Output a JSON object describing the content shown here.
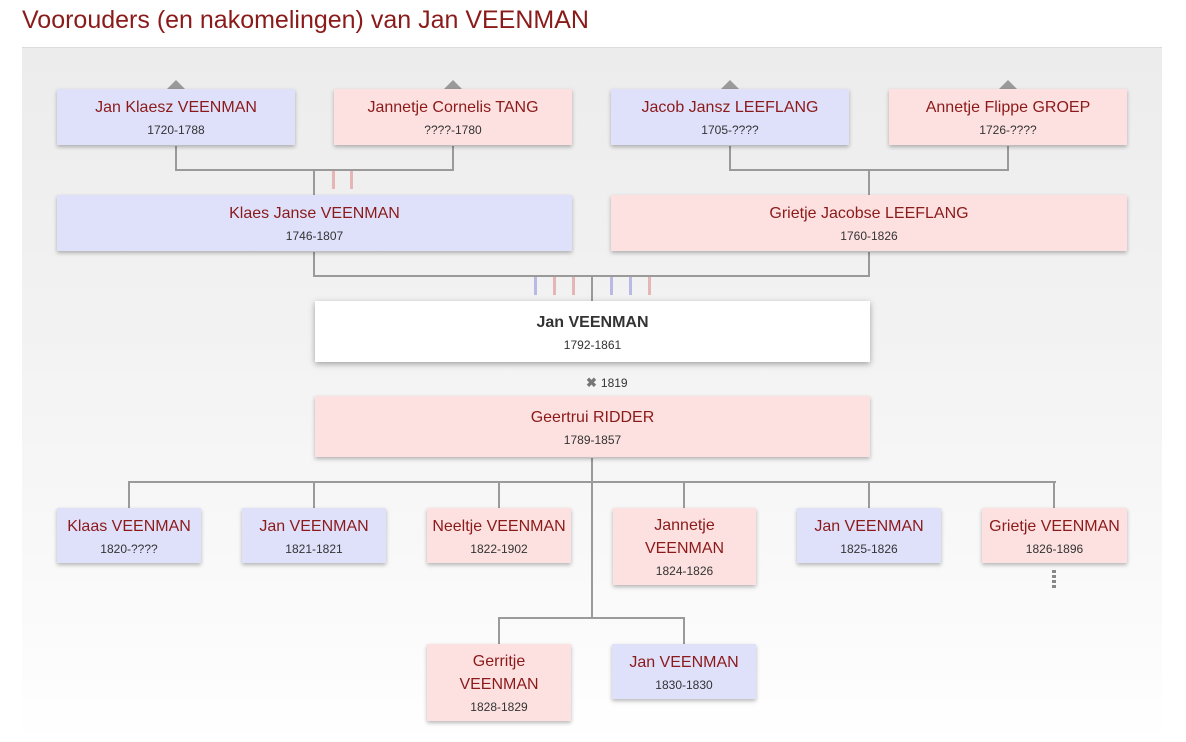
{
  "page": {
    "title": "Voorouders (en nakomelingen) van Jan VEENMAN"
  },
  "colors": {
    "title": "#8b1a1a",
    "name": "#8b1a1a",
    "male_bg": "#dfe1fb",
    "female_bg": "#fde1e1",
    "male_tick": "#b9b9e6",
    "female_tick": "#e6b5b5"
  },
  "grandparents": [
    {
      "name": "Jan Klaesz VEENMAN",
      "dates": "1720-1788"
    },
    {
      "name": "Jannetje Cornelis TANG",
      "dates": "????-1780"
    },
    {
      "name": "Jacob Jansz LEEFLANG",
      "dates": "1705-????"
    },
    {
      "name": "Annetje Flippe GROEP",
      "dates": "1726-????"
    }
  ],
  "parents": [
    {
      "name": "Klaes Janse VEENMAN",
      "dates": "1746-1807"
    },
    {
      "name": "Grietje Jacobse LEEFLANG",
      "dates": "1760-1826"
    }
  ],
  "subject": {
    "name": "Jan VEENMAN",
    "dates": "1792-1861"
  },
  "marriage": {
    "year": "1819"
  },
  "spouse": {
    "name": "Geertrui RIDDER",
    "dates": "1789-1857"
  },
  "children": [
    {
      "name": "Klaas VEENMAN",
      "dates": "1820-????"
    },
    {
      "name": "Jan VEENMAN",
      "dates": "1821-1821"
    },
    {
      "name": "Neeltje VEENMAN",
      "dates": "1822-1902"
    },
    {
      "name": "Jannetje VEENMAN",
      "dates": "1824-1826"
    },
    {
      "name": "Jan VEENMAN",
      "dates": "1825-1826"
    },
    {
      "name": "Grietje VEENMAN",
      "dates": "1826-1896"
    },
    {
      "name": "Gerritje VEENMAN",
      "dates": "1828-1829"
    },
    {
      "name": "Jan VEENMAN",
      "dates": "1830-1830"
    }
  ]
}
